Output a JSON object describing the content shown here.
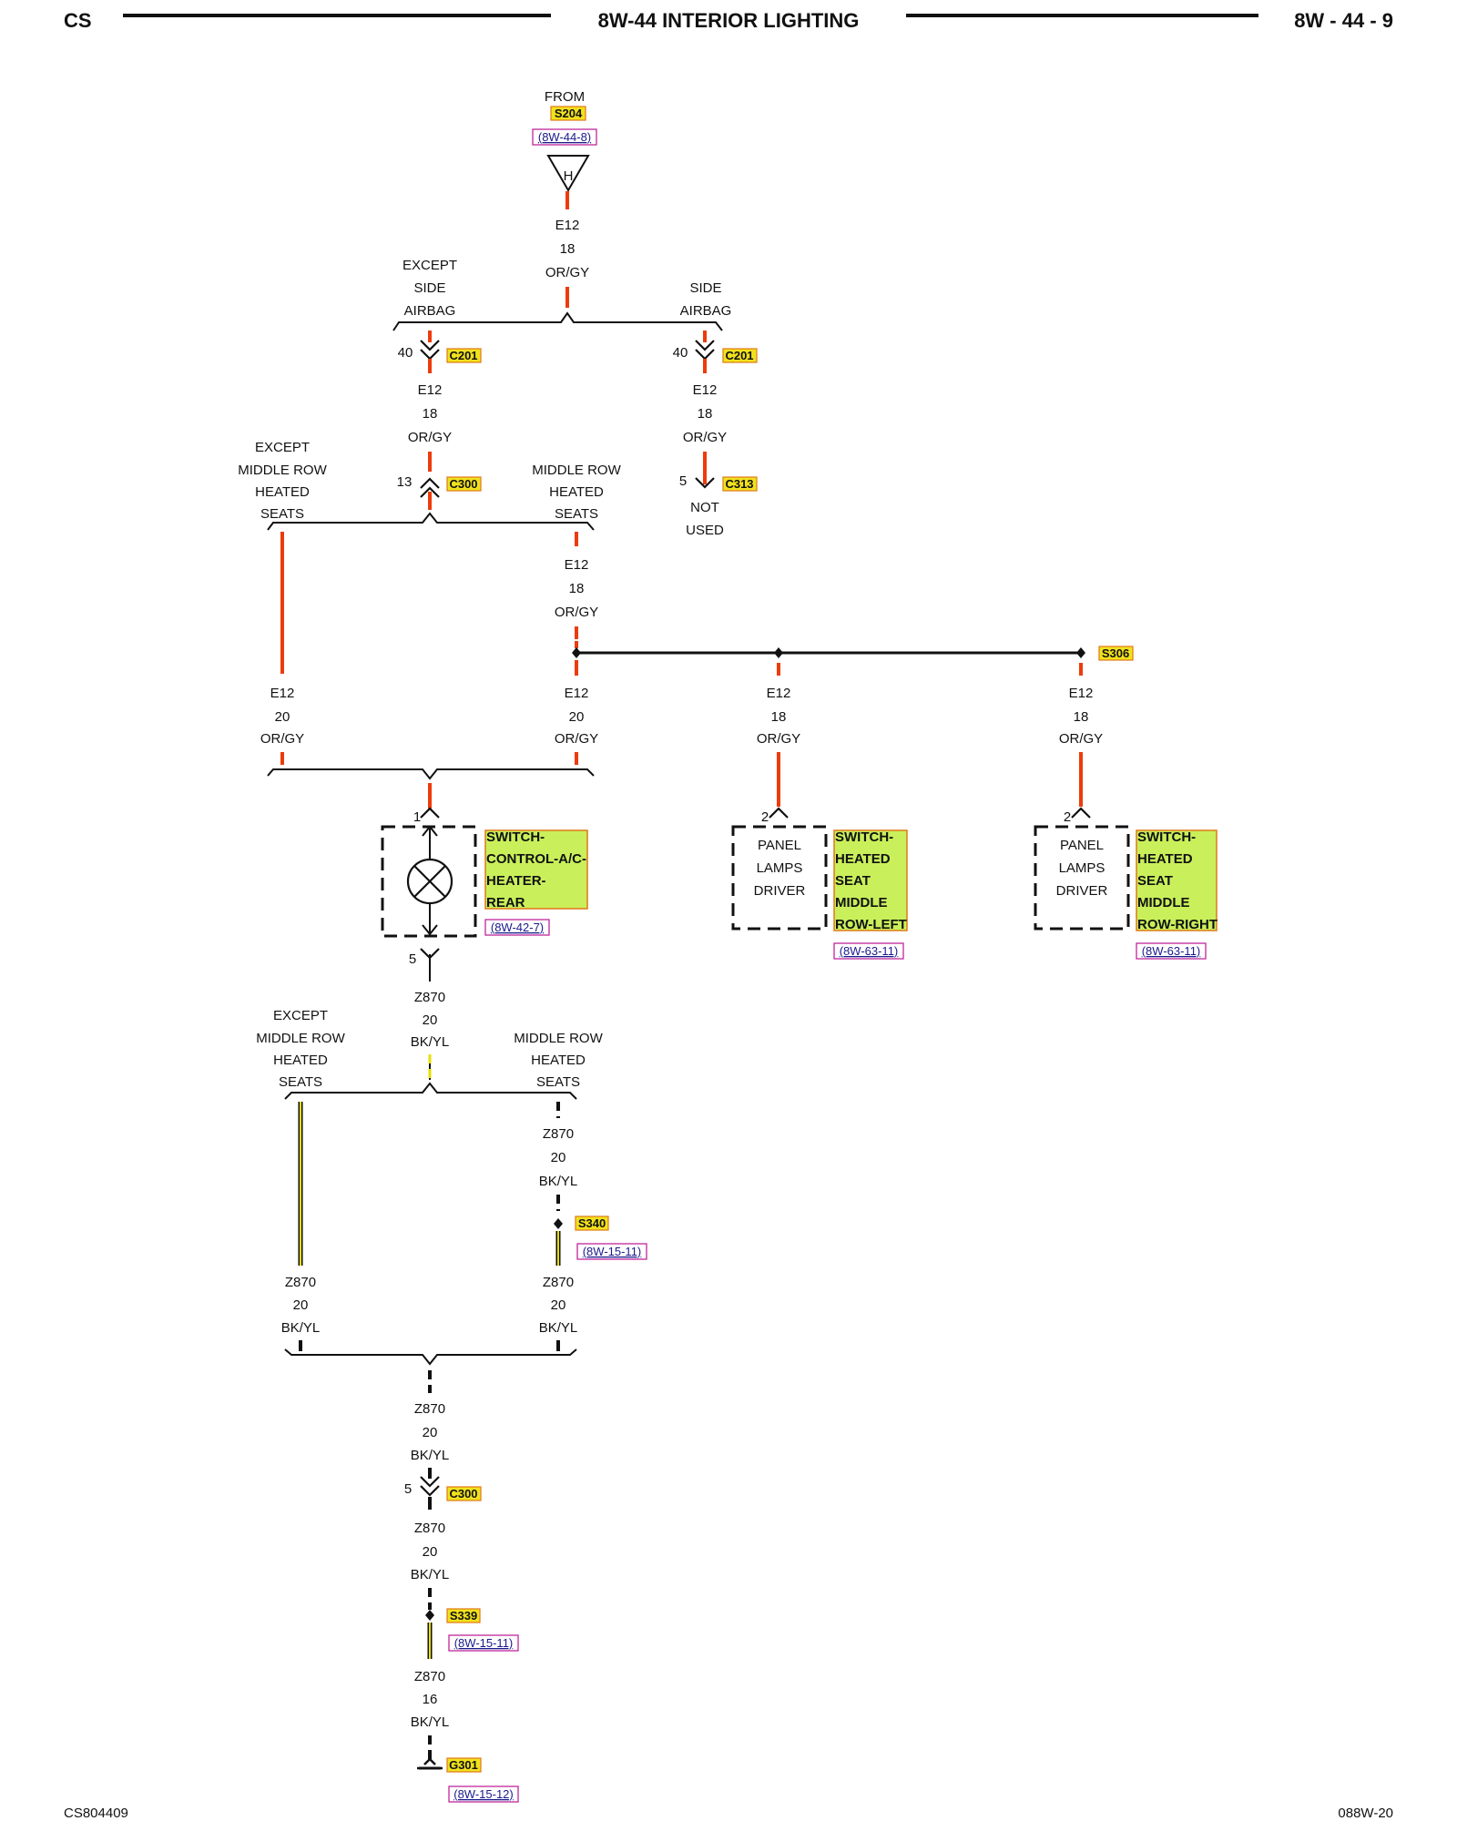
{
  "header": {
    "left": "CS",
    "title": "8W-44 INTERIOR LIGHTING",
    "right": "8W - 44 - 9"
  },
  "footer": {
    "left": "CS804409",
    "right": "088W-20"
  },
  "source": {
    "from": "FROM",
    "splice": "S204",
    "ref": "(8W-44-8)",
    "connector_letter": "H"
  },
  "wire_top": {
    "circuit": "E12",
    "gauge": "18",
    "color": "OR/GY"
  },
  "branch1": {
    "left_label": [
      "EXCEPT",
      "SIDE",
      "AIRBAG"
    ],
    "right_label": [
      "SIDE",
      "AIRBAG"
    ]
  },
  "c201_left": {
    "pin": "40",
    "name": "C201"
  },
  "c201_right": {
    "pin": "40",
    "name": "C201"
  },
  "wire_left_mid": {
    "circuit": "E12",
    "gauge": "18",
    "color": "OR/GY"
  },
  "wire_right_mid": {
    "circuit": "E12",
    "gauge": "18",
    "color": "OR/GY"
  },
  "c300_top": {
    "pin": "13",
    "name": "C300"
  },
  "c313": {
    "pin": "5",
    "name": "C313",
    "note": [
      "NOT",
      "USED"
    ]
  },
  "branch2": {
    "left_label": [
      "EXCEPT",
      "MIDDLE ROW",
      "HEATED",
      "SEATS"
    ],
    "right_label": [
      "MIDDLE ROW",
      "HEATED",
      "SEATS"
    ]
  },
  "wire_mrhs": {
    "circuit": "E12",
    "gauge": "18",
    "color": "OR/GY"
  },
  "s306": {
    "name": "S306"
  },
  "wire_a": {
    "circuit": "E12",
    "gauge": "20",
    "color": "OR/GY"
  },
  "wire_b": {
    "circuit": "E12",
    "gauge": "20",
    "color": "OR/GY"
  },
  "wire_c": {
    "circuit": "E12",
    "gauge": "18",
    "color": "OR/GY"
  },
  "wire_d": {
    "circuit": "E12",
    "gauge": "18",
    "color": "OR/GY"
  },
  "switch_rear": {
    "pin_top": "1",
    "pin_bottom": "5",
    "label": [
      "SWITCH-",
      "CONTROL-A/C-",
      "HEATER-",
      "REAR"
    ],
    "ref": "(8W-42-7)"
  },
  "switch_left": {
    "pin": "2",
    "inner": [
      "PANEL",
      "LAMPS",
      "DRIVER"
    ],
    "label": [
      "SWITCH-",
      "HEATED",
      "SEAT",
      "MIDDLE",
      "ROW-LEFT"
    ],
    "ref": "(8W-63-11)"
  },
  "switch_right": {
    "pin": "2",
    "inner": [
      "PANEL",
      "LAMPS",
      "DRIVER"
    ],
    "label": [
      "SWITCH-",
      "HEATED",
      "SEAT",
      "MIDDLE",
      "ROW-RIGHT"
    ],
    "ref": "(8W-63-11)"
  },
  "ground_wire1": {
    "circuit": "Z870",
    "gauge": "20",
    "color": "BK/YL"
  },
  "branch3": {
    "left_label": [
      "EXCEPT",
      "MIDDLE ROW",
      "HEATED",
      "SEATS"
    ],
    "right_label": [
      "MIDDLE ROW",
      "HEATED",
      "SEATS"
    ]
  },
  "ground_wire_r1": {
    "circuit": "Z870",
    "gauge": "20",
    "color": "BK/YL"
  },
  "s340": {
    "name": "S340",
    "ref": "(8W-15-11)"
  },
  "ground_wire_l": {
    "circuit": "Z870",
    "gauge": "20",
    "color": "BK/YL"
  },
  "ground_wire_r2": {
    "circuit": "Z870",
    "gauge": "20",
    "color": "BK/YL"
  },
  "ground_wire2": {
    "circuit": "Z870",
    "gauge": "20",
    "color": "BK/YL"
  },
  "c300_bottom": {
    "pin": "5",
    "name": "C300"
  },
  "ground_wire3": {
    "circuit": "Z870",
    "gauge": "20",
    "color": "BK/YL"
  },
  "s339": {
    "name": "S339",
    "ref": "(8W-15-11)"
  },
  "ground_wire4": {
    "circuit": "Z870",
    "gauge": "16",
    "color": "BK/YL"
  },
  "g301": {
    "name": "G301",
    "ref": "(8W-15-12)"
  }
}
